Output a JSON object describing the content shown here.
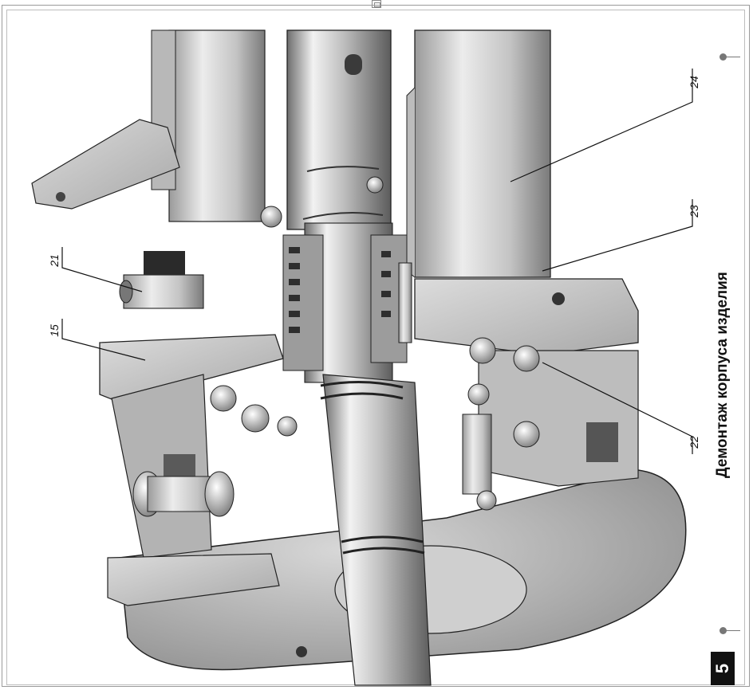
{
  "page": {
    "title": "Демонтаж корпуса изделия",
    "page_number": "5"
  },
  "callouts": [
    {
      "label": "24"
    },
    {
      "label": "23"
    },
    {
      "label": "22"
    },
    {
      "label": "21"
    },
    {
      "label": "15"
    }
  ],
  "colors": {
    "badge_bg": "#111111",
    "metal_light": "#e6e6e6",
    "metal_dark": "#5a5a5a",
    "line": "#222222"
  }
}
